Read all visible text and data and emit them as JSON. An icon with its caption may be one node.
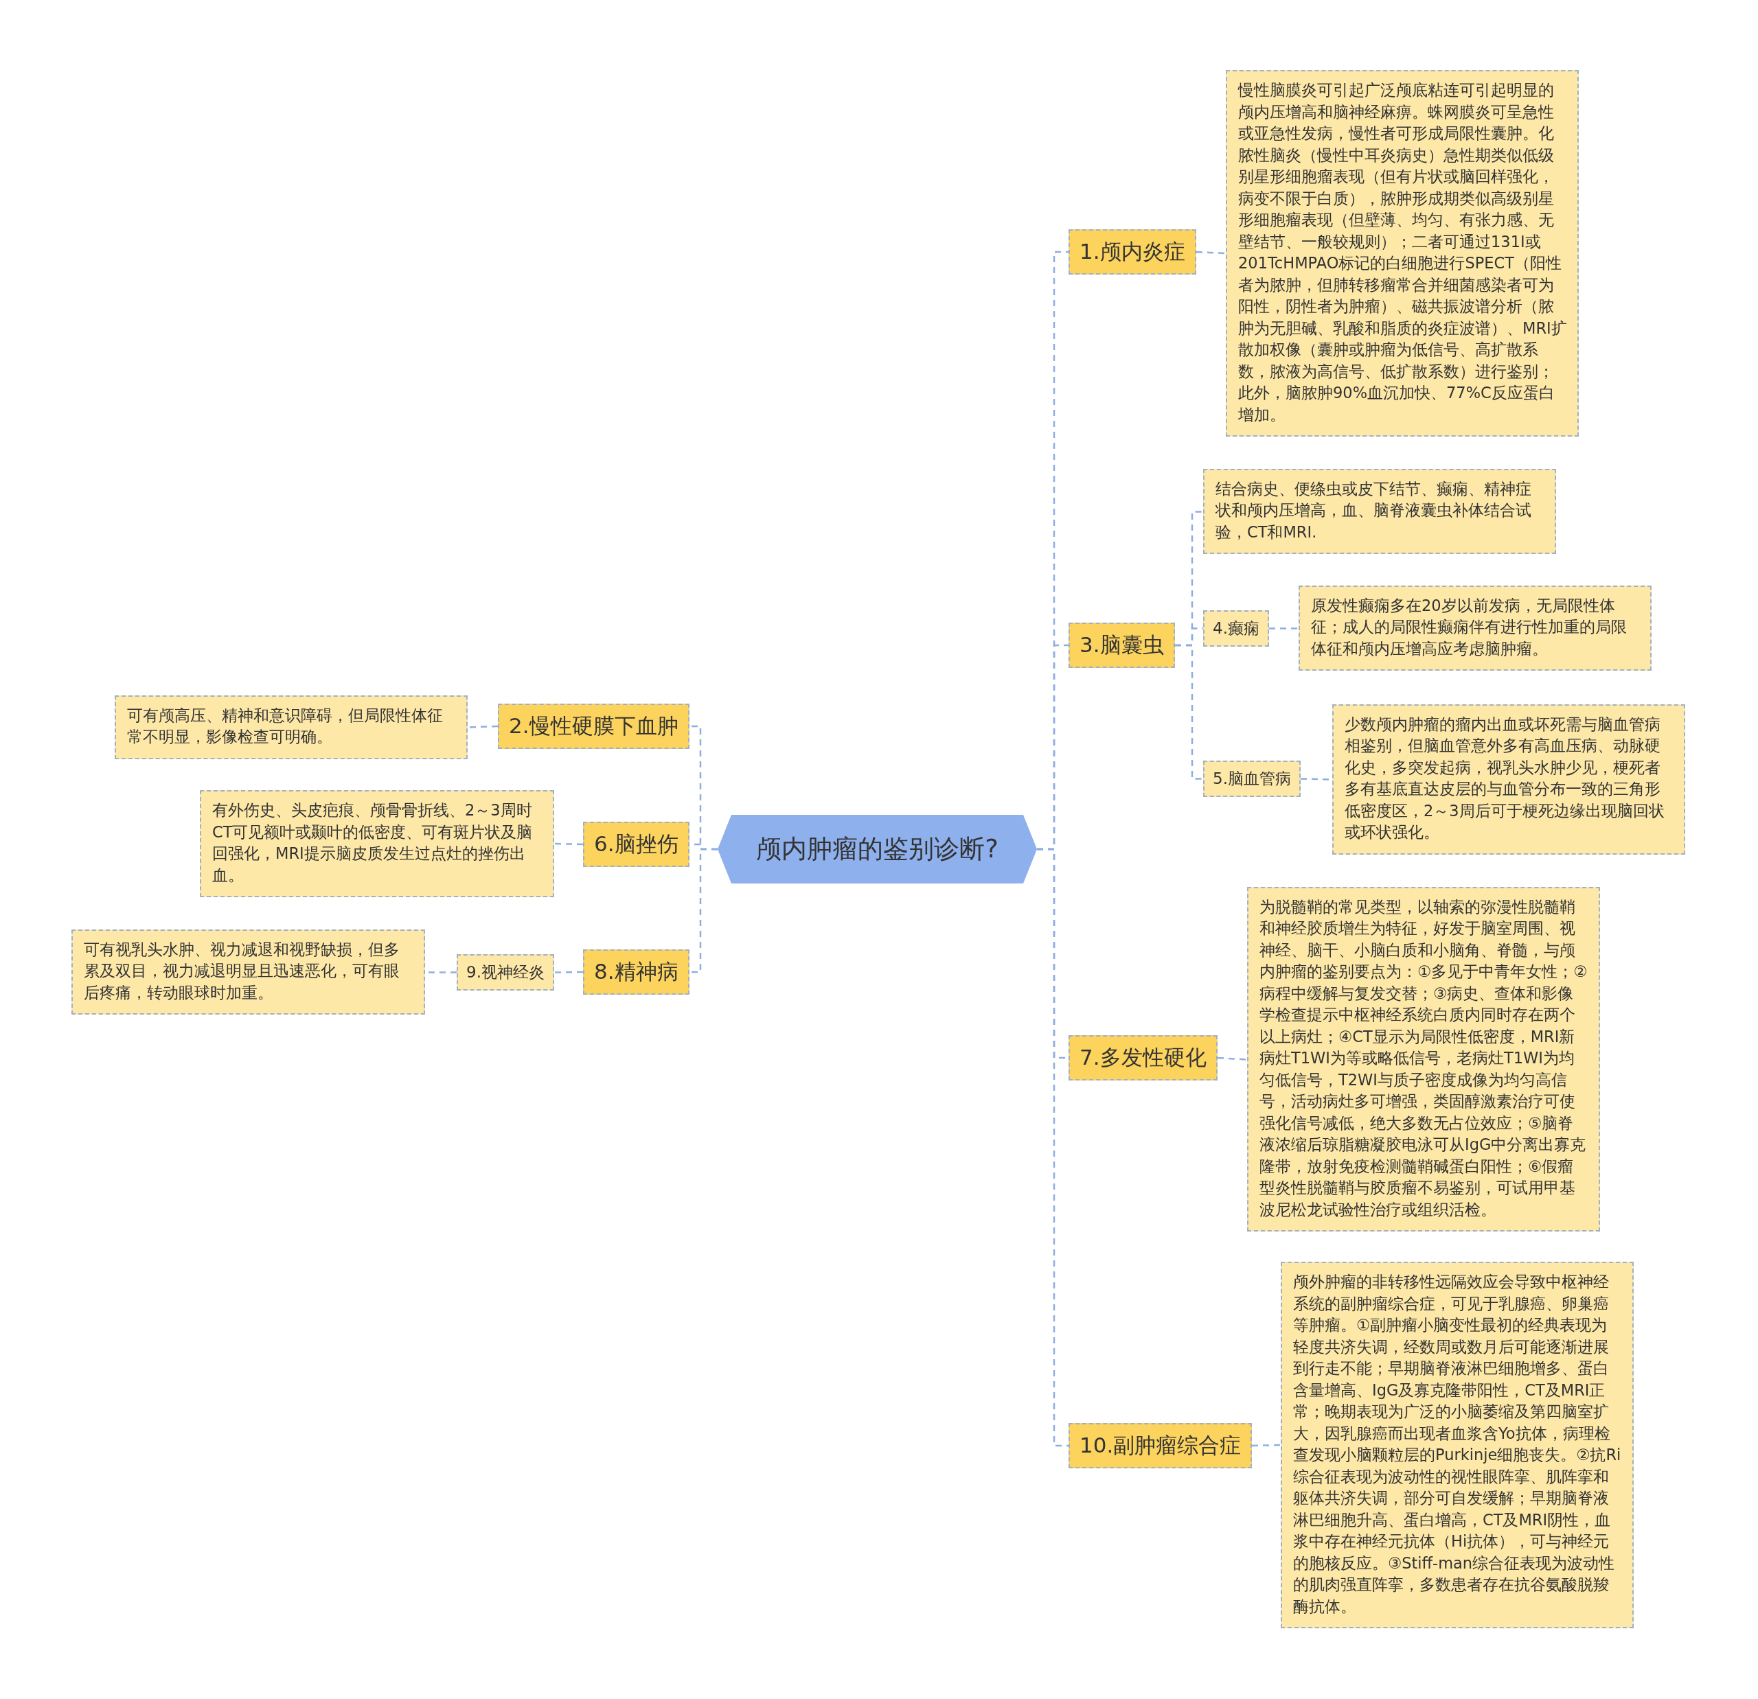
{
  "diagram": {
    "nodes": [
      {
        "text": [
          "颅内肿瘤的鉴别诊断?"
        ]
      },
      {
        "text": [
          "1.颅内炎症"
        ]
      },
      {
        "text": [
          "慢性脑膜炎可引起广泛颅底粘连可引起明显的颅内压增高和脑神经麻痹。蛛网膜炎可呈急性或亚急性发病，慢性者可形成局限性囊肿。化脓性脑炎（慢性中耳炎病史）急性期类似低级别星形细胞瘤表现（但有片状或脑回样强化，病变不限于白质），脓肿形成期类似高级别星形细胞瘤表现（但壁薄、均匀、有张力感、无壁结节、一般较规则）；二者可通过131I或201TcHMPAO标记的白细胞进行SPECT（阳性者为脓肿，但肺转移瘤常合并细菌感染者可为阳性，阴性者为肿瘤）、磁共振波谱分析（脓肿为无胆碱、乳酸和脂质的炎症波谱）、MRI扩散加权像（囊肿或肿瘤为低信号、高扩散系数，脓液为高信号、低扩散系数）进行鉴别；此外，脑脓肿90%血沉加快、77%C反应蛋白增加。"
        ]
      },
      {
        "text": [
          "3.脑囊虫"
        ]
      },
      {
        "text": [
          "结合病史、便绦虫或皮下结节、癫痫、精神症状和颅内压增高，血、脑脊液囊虫补体结合试验，CT和MRI."
        ]
      },
      {
        "text": [
          "4.癫痫"
        ]
      },
      {
        "text": [
          "原发性癫痫多在20岁以前发病，无局限性体征；成人的局限性癫痫伴有进行性加重的局限体征和颅内压增高应考虑脑肿瘤。"
        ]
      },
      {
        "text": [
          "5.脑血管病"
        ]
      },
      {
        "text": [
          "少数颅内肿瘤的瘤内出血或坏死需与脑血管病相鉴别，但脑血管意外多有高血压病、动脉硬化史，多突发起病，视乳头水肿少见，梗死者多有基底直达皮层的与血管分布一致的三角形低密度区，2～3周后可于梗死边缘出现脑回状或环状强化。"
        ]
      },
      {
        "text": [
          "7.多发性硬化"
        ]
      },
      {
        "text": [
          "为脱髓鞘的常见类型，以轴索的弥漫性脱髓鞘和神经胶质增生为特征，好发于脑室周围、视神经、脑干、小脑白质和小脑角、脊髓，与颅内肿瘤的鉴别要点为：①多见于中青年女性；②病程中缓解与复发交替；③病史、查体和影像学检查提示中枢神经系统白质内同时存在两个以上病灶；④CT显示为局限性低密度，MRI新病灶T1WI为等或略低信号，老病灶T1WI为均匀低信号，T2WI与质子密度成像为均匀高信号，活动病灶多可增强，类固醇激素治疗可使强化信号减低，绝大多数无占位效应；⑤脑脊液浓缩后琼脂糖凝胶电泳可从IgG中分离出寡克隆带，放射免疫检测髓鞘碱蛋白阳性；⑥假瘤型炎性脱髓鞘与胶质瘤不易鉴别，可试用甲基波尼松龙试验性治疗或组织活检。"
        ]
      },
      {
        "text": [
          "10.副肿瘤综合症"
        ]
      },
      {
        "text": [
          "颅外肿瘤的非转移性远隔效应会导致中枢神经系统的副肿瘤综合症，可见于乳腺癌、卵巢癌等肿瘤。①副肿瘤小脑变性最初的经典表现为轻度共济失调，经数周或数月后可能逐渐进展到行走不能；早期脑脊液淋巴细胞增多、蛋白含量增高、IgG及寡克隆带阳性，CT及MRI正常；晚期表现为广泛的小脑萎缩及第四脑室扩大，因乳腺癌而出现者血浆含Yo抗体，病理检查发现小脑颗粒层的Purkinje细胞丧失。②抗Ri综合征表现为波动性的视性眼阵挛、肌阵挛和躯体共济失调，部分可自发缓解；早期脑脊液淋巴细胞升高、蛋白增高，CT及MRI阴性，血浆中存在神经元抗体（Hi抗体），可与神经元的胞核反应。③Stiff-man综合征表现为波动性的肌肉强直阵挛，多数患者存在抗谷氨酸脱羧酶抗体。"
        ]
      },
      {
        "text": [
          "2.慢性硬膜下血肿"
        ]
      },
      {
        "text": [
          "可有颅高压、精神和意识障碍，但局限性体征常不明显，影像检查可明确。"
        ]
      },
      {
        "text": [
          "6.脑挫伤"
        ]
      },
      {
        "text": [
          "有外伤史、头皮疤痕、颅骨骨折线、2～3周时CT可见额叶或颞叶的低密度、可有斑片状及脑回强化，MRI提示脑皮质发生过点灶的挫伤出血。"
        ]
      },
      {
        "text": [
          "8.精神病"
        ]
      },
      {
        "text": [
          "9.视神经炎"
        ]
      },
      {
        "text": [
          "可有视乳头水肿、视力减退和视野缺损，但多累及双目，视力减退明显且迅速恶化，可有眼后疼痛，转动眼球时加重。"
        ]
      }
    ],
    "edges": [
      {
        "from": 0,
        "to": 1,
        "arrow": "none",
        "style": "dashed"
      },
      {
        "from": 1,
        "to": 2,
        "arrow": "none",
        "style": "dashed"
      },
      {
        "from": 0,
        "to": 3,
        "arrow": "none",
        "style": "dashed"
      },
      {
        "from": 3,
        "to": 4,
        "arrow": "none",
        "style": "dashed"
      },
      {
        "from": 3,
        "to": 5,
        "arrow": "none",
        "style": "dashed"
      },
      {
        "from": 5,
        "to": 6,
        "arrow": "none",
        "style": "dashed"
      },
      {
        "from": 3,
        "to": 7,
        "arrow": "none",
        "style": "dashed"
      },
      {
        "from": 7,
        "to": 8,
        "arrow": "none",
        "style": "dashed"
      },
      {
        "from": 0,
        "to": 9,
        "arrow": "none",
        "style": "dashed"
      },
      {
        "from": 9,
        "to": 10,
        "arrow": "none",
        "style": "dashed"
      },
      {
        "from": 0,
        "to": 11,
        "arrow": "none",
        "style": "dashed"
      },
      {
        "from": 11,
        "to": 12,
        "arrow": "none",
        "style": "dashed"
      },
      {
        "from": 0,
        "to": 13,
        "arrow": "none",
        "style": "dashed"
      },
      {
        "from": 13,
        "to": 14,
        "arrow": "none",
        "style": "dashed"
      },
      {
        "from": 0,
        "to": 15,
        "arrow": "none",
        "style": "dashed"
      },
      {
        "from": 15,
        "to": 16,
        "arrow": "none",
        "style": "dashed"
      },
      {
        "from": 0,
        "to": 17,
        "arrow": "none",
        "style": "dashed"
      },
      {
        "from": 17,
        "to": 18,
        "arrow": "none",
        "style": "dashed"
      },
      {
        "from": 18,
        "to": 19,
        "arrow": "none",
        "style": "dashed"
      }
    ]
  }
}
